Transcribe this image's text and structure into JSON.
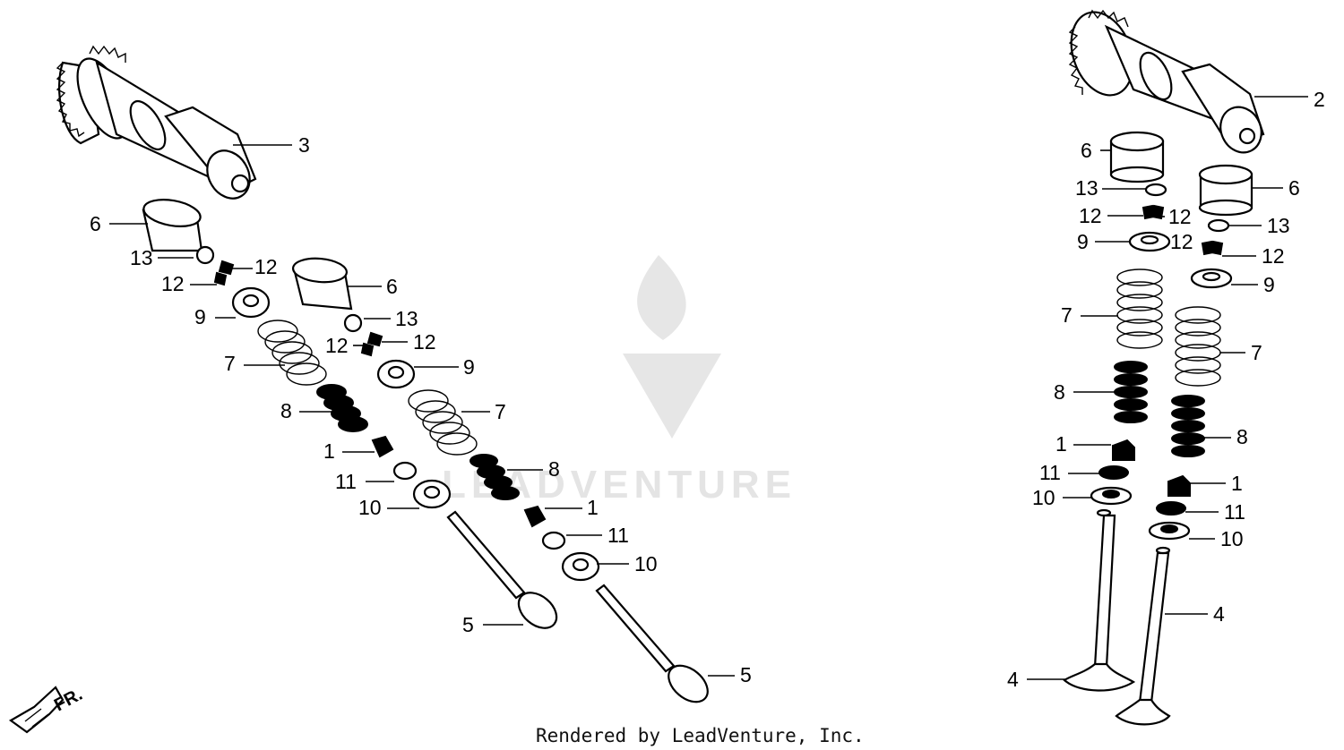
{
  "diagram": {
    "watermark": "LEADVENTURE",
    "footer": "Rendered by LeadVenture, Inc.",
    "direction": "FR.",
    "callouts": [
      {
        "label": "3",
        "part": "camshaft-left"
      },
      {
        "label": "6",
        "part": "tappet-a"
      },
      {
        "label": "13",
        "part": "shim-a"
      },
      {
        "label": "12",
        "part": "cotter-a1"
      },
      {
        "label": "12",
        "part": "cotter-a2"
      },
      {
        "label": "9",
        "part": "retainer-a"
      },
      {
        "label": "7",
        "part": "outer-spring-a"
      },
      {
        "label": "8",
        "part": "inner-spring-a"
      },
      {
        "label": "1",
        "part": "stem-seal-a"
      },
      {
        "label": "11",
        "part": "washer-a"
      },
      {
        "label": "10",
        "part": "seat-a"
      },
      {
        "label": "5",
        "part": "valve-a"
      },
      {
        "label": "6",
        "part": "tappet-b"
      },
      {
        "label": "13",
        "part": "shim-b"
      },
      {
        "label": "12",
        "part": "cotter-b1"
      },
      {
        "label": "12",
        "part": "cotter-b2"
      },
      {
        "label": "9",
        "part": "retainer-b"
      },
      {
        "label": "7",
        "part": "outer-spring-b"
      },
      {
        "label": "8",
        "part": "inner-spring-b"
      },
      {
        "label": "1",
        "part": "stem-seal-b"
      },
      {
        "label": "11",
        "part": "washer-b"
      },
      {
        "label": "10",
        "part": "seat-b"
      },
      {
        "label": "5",
        "part": "valve-b"
      },
      {
        "label": "2",
        "part": "camshaft-right"
      },
      {
        "label": "6",
        "part": "tappet-c"
      },
      {
        "label": "13",
        "part": "shim-c"
      },
      {
        "label": "12",
        "part": "cotter-c1"
      },
      {
        "label": "12",
        "part": "cotter-c2"
      },
      {
        "label": "9",
        "part": "retainer-c"
      },
      {
        "label": "7",
        "part": "outer-spring-c"
      },
      {
        "label": "8",
        "part": "inner-spring-c"
      },
      {
        "label": "1",
        "part": "stem-seal-c"
      },
      {
        "label": "11",
        "part": "washer-c"
      },
      {
        "label": "10",
        "part": "seat-c"
      },
      {
        "label": "4",
        "part": "valve-c"
      },
      {
        "label": "6",
        "part": "tappet-d"
      },
      {
        "label": "13",
        "part": "shim-d"
      },
      {
        "label": "12",
        "part": "cotter-d1"
      },
      {
        "label": "12",
        "part": "cotter-d2"
      },
      {
        "label": "9",
        "part": "retainer-d"
      },
      {
        "label": "7",
        "part": "outer-spring-d"
      },
      {
        "label": "8",
        "part": "inner-spring-d"
      },
      {
        "label": "1",
        "part": "stem-seal-d"
      },
      {
        "label": "11",
        "part": "washer-d"
      },
      {
        "label": "10",
        "part": "seat-d"
      },
      {
        "label": "4",
        "part": "valve-d"
      }
    ]
  }
}
